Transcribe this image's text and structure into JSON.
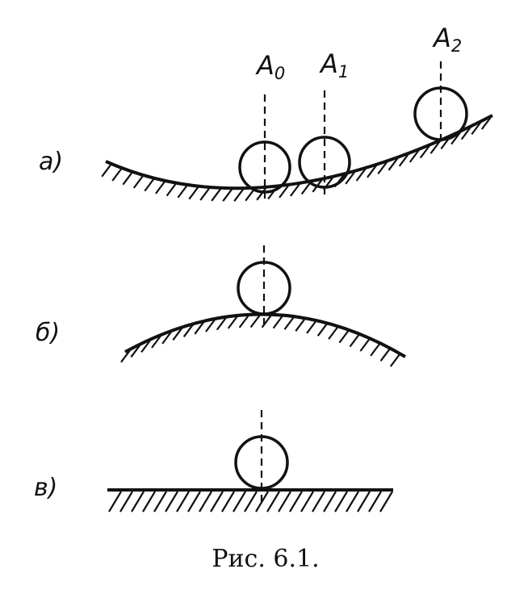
{
  "panels": {
    "a": {
      "label": "a)",
      "positions": [
        {
          "name": "A",
          "sub": "0"
        },
        {
          "name": "A",
          "sub": "1"
        },
        {
          "name": "A",
          "sub": "2"
        }
      ]
    },
    "b": {
      "label": "б)"
    },
    "c": {
      "label": "в)"
    }
  },
  "caption": "Рис. 6.1.",
  "colors": {
    "ink": "#111111",
    "background": "#ffffff"
  }
}
